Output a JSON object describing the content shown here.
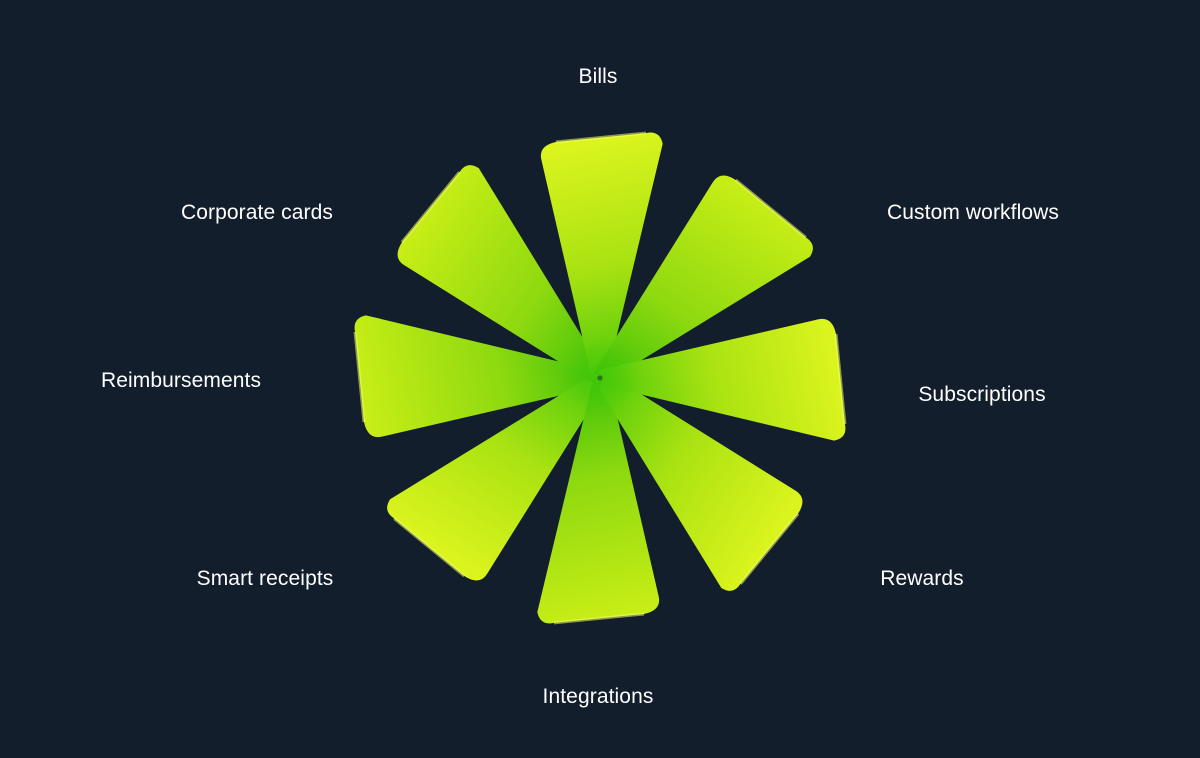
{
  "diagram": {
    "hub_label": "",
    "features": [
      {
        "label": "Bills"
      },
      {
        "label": "Custom workflows"
      },
      {
        "label": "Subscriptions"
      },
      {
        "label": "Rewards"
      },
      {
        "label": "Integrations"
      },
      {
        "label": "Smart receipts"
      },
      {
        "label": "Reimbursements"
      },
      {
        "label": "Corporate cards"
      }
    ],
    "colors": {
      "background": "#121e2c",
      "card_light": "#dff51a",
      "card_mid": "#b5e614",
      "card_deep": "#5fd10a",
      "text": "#ffffff"
    }
  }
}
